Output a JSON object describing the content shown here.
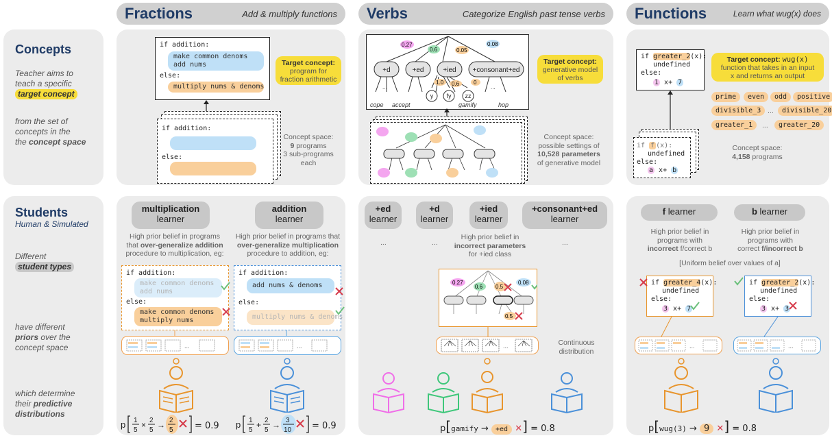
{
  "headers": [
    {
      "title": "Fractions",
      "subtitle": "Add & multiply functions"
    },
    {
      "title": "Verbs",
      "subtitle": "Categorize English past tense verbs"
    },
    {
      "title": "Functions",
      "subtitle": "Learn what wug(x) does"
    }
  ],
  "left": {
    "concepts_title": "Concepts",
    "concepts_line1": "Teacher aims to",
    "concepts_line2": "teach a specific",
    "concepts_hl": "target concept",
    "from1": "from the set of",
    "from2": "concepts in the",
    "from3": "concept space",
    "students_title": "Students",
    "students_sub": "Human & Simulated",
    "different": "Different",
    "student_types": "student types",
    "have1": "have different",
    "have2": "priors",
    "have3": "over the",
    "have4": "concept space",
    "which1": "which determine",
    "which2": "their",
    "which3": "predictive",
    "which4": "distributions"
  },
  "fractions": {
    "code_if": "if addition:",
    "code_else": "else:",
    "blob_add": "make common denoms\nadd nums",
    "blob_mult": "multiply nums & denoms",
    "target_title": "Target concept:",
    "target_body1": "program for",
    "target_body2": "fraction arithmetic",
    "space1": "Concept space:",
    "space2": "9",
    "space2b": "programs",
    "space3": "3 sub-programs",
    "space4": "each",
    "mult_learner_b": "multiplication",
    "mult_learner": "learner",
    "add_learner_b": "addition",
    "add_learner": "learner",
    "mult_desc1": "High prior belief in programs",
    "mult_desc2a": "that",
    "mult_desc2b": "over-generalize addition",
    "mult_desc3": "procedure to multiplication, eg:",
    "add_desc1": "High prior belief in programs that",
    "add_desc2": "over-generalize multiplication",
    "add_desc3": "procedure to addition, eg:",
    "blob_mult_wrong": "make common denoms\nmultiply nums",
    "blob_add_wrong": "add nums & denoms",
    "formula1_prob": "= 0.9",
    "formula2_prob": "= 0.9"
  },
  "verbs": {
    "probs": [
      "0.27",
      "0.6",
      "0.05",
      "0.08"
    ],
    "nodes": [
      "+d",
      "+ed",
      "+ied",
      "+consonant+ed"
    ],
    "subprobs": [
      "1.0",
      "0.6",
      "0"
    ],
    "leaves": [
      "y",
      "fy",
      "zz"
    ],
    "words": [
      "cope",
      "accept",
      "gamify",
      "hop"
    ],
    "ellipsis": "...",
    "target_title": "Target concept:",
    "target_body1": "generative model",
    "target_body2": "of verbs",
    "space1": "Concept space:",
    "space2": "possible settings of",
    "space3": "10,528 parameters",
    "space4": "of generative model",
    "learners": [
      "+ed",
      "+d",
      "+ied",
      "+consonant+ed"
    ],
    "learner_word": "learner",
    "desc1": "High prior belief in",
    "desc2": "incorrect parameters",
    "desc3": "for +ied class",
    "student_probs": [
      "0.27",
      "0.6",
      "0.5",
      "0.08"
    ],
    "student_sub": "0.5",
    "continuous1": "Continuous",
    "continuous2": "distribution",
    "formula_word": "gamify",
    "formula_tag": "+ed",
    "formula_prob": "= 0.8"
  },
  "functions": {
    "code_if": "if",
    "code_cond": "greater_2",
    "code_x": "(x):",
    "code_undef": "undefined",
    "code_else": "else:",
    "code_a": "1",
    "code_b": "7",
    "target_title": "Target concept:",
    "target_fn": "wug(x)",
    "target_body1": "function that takes in an input",
    "target_body2": "x and returns an output",
    "tags_row1": [
      "prime",
      "even",
      "odd",
      "positive"
    ],
    "tags_row2": [
      "divisible_3",
      "divisible_20"
    ],
    "tags_row3": [
      "greater_1",
      "greater_20"
    ],
    "dots": "...",
    "space_code_f": "f",
    "space_code_a": "a",
    "space_code_b": "b",
    "space1": "Concept space:",
    "space2": "4,158",
    "space2b": "programs",
    "f_learner_b": "f",
    "b_learner_b": "b",
    "learner_word": "learner",
    "f_desc1": "High prior belief in",
    "f_desc2": "programs with",
    "f_desc3a": "incorrect",
    "f_desc3b": "f/correct b",
    "b_desc1": "High prior belief in",
    "b_desc2": "programs with",
    "b_desc3a": "correct",
    "b_desc3b": "f/incorrect b",
    "uniform": "[Uniform belief over values of a]",
    "f_cond": "greater_4",
    "b_cond": "greater_2",
    "f_a": "3",
    "f_b": "7",
    "b_a": "3",
    "b_b": "3",
    "formula_arg": "wug(3)",
    "formula_out": "9",
    "formula_prob": "= 0.8"
  },
  "colors": {
    "navy": "#1f3b66",
    "blue": "#bfe0f7",
    "orange": "#f9cf9b",
    "yellow": "#f7dd3a",
    "pink": "#f4a6ef",
    "green": "#9ee0b5",
    "red": "#d63c4b",
    "check": "#6cc07c"
  }
}
